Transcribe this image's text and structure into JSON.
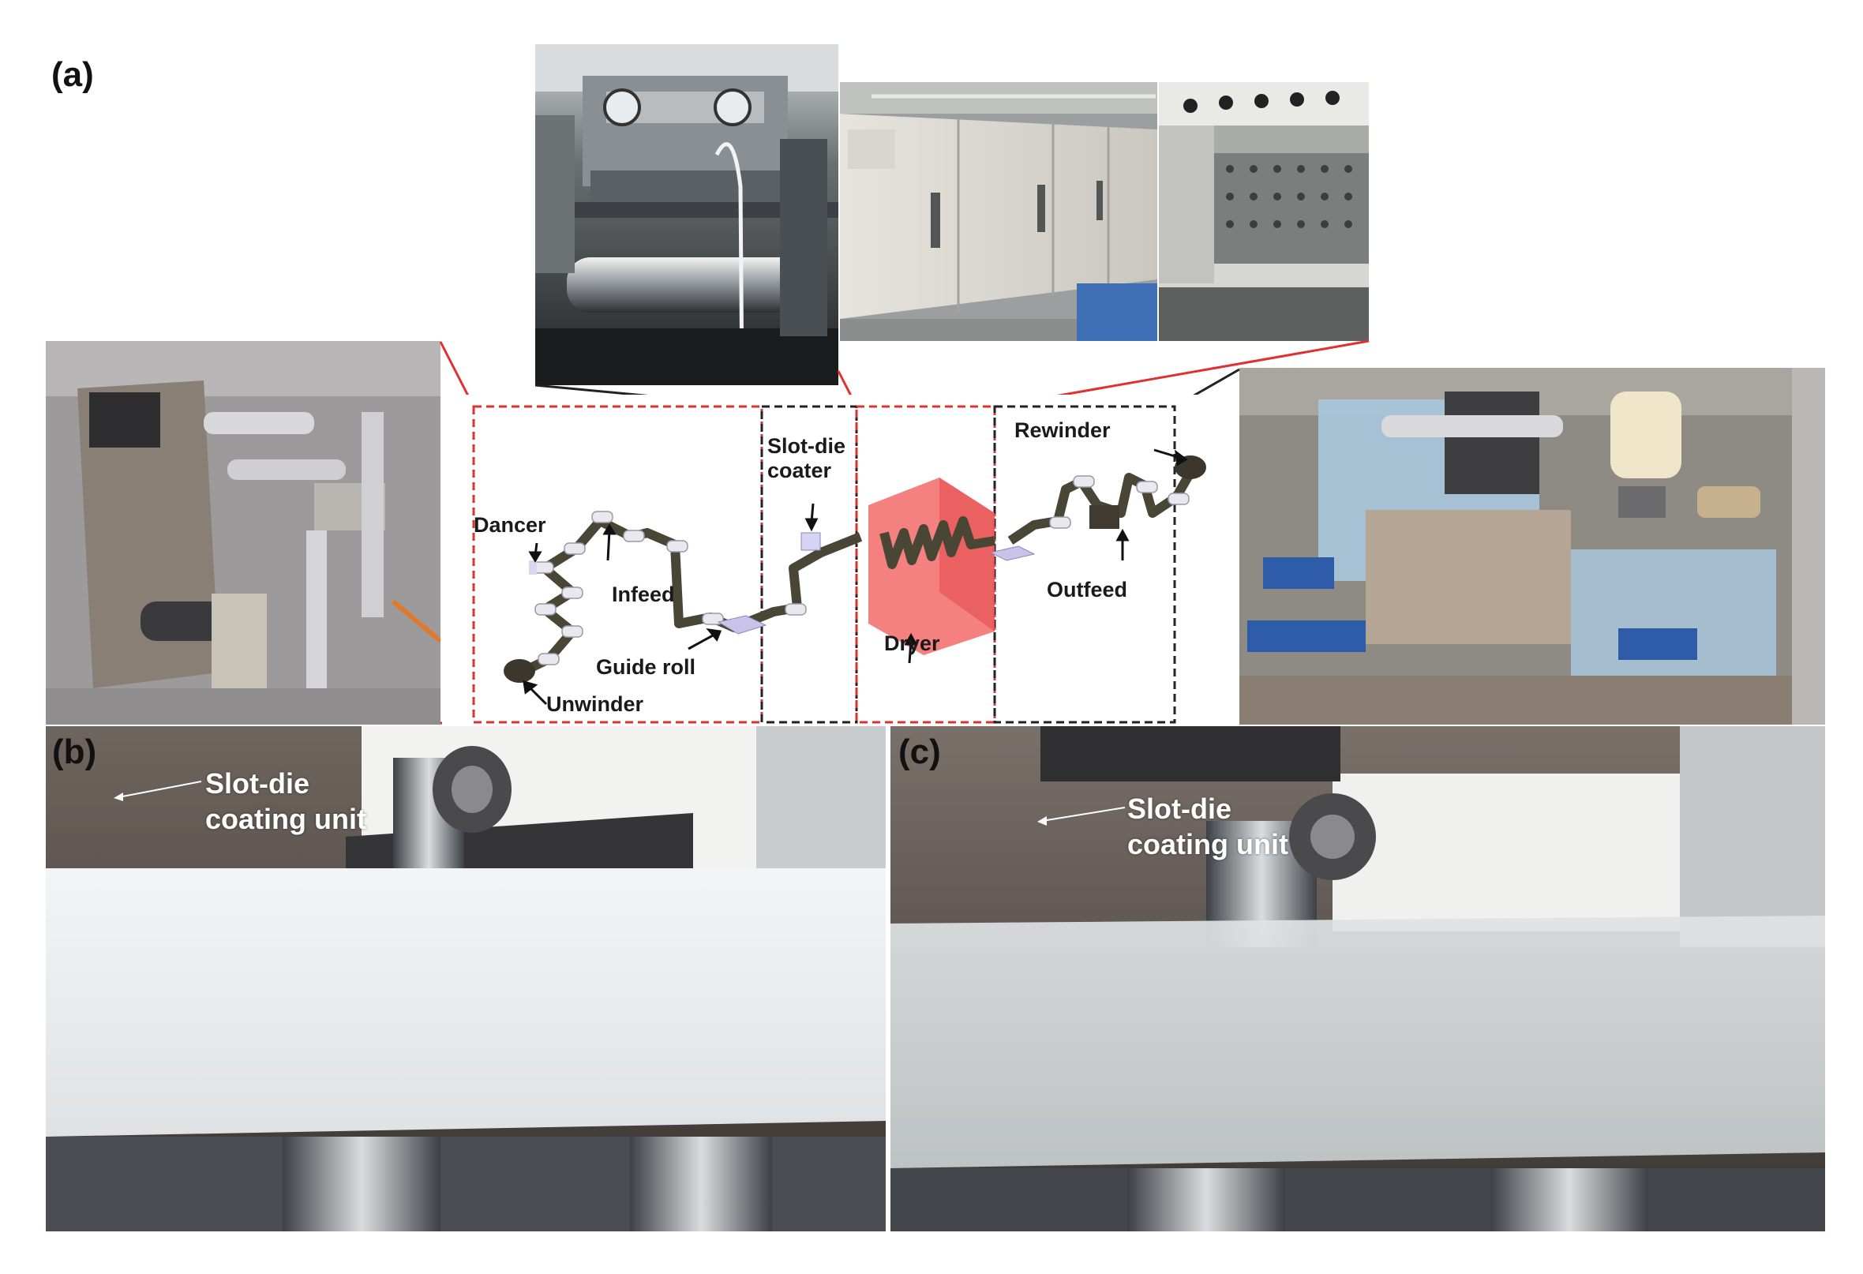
{
  "panels": {
    "a": "(a)",
    "b": "(b)",
    "c": "(c)"
  },
  "diagram": {
    "labels": {
      "dancer": "Dancer",
      "infeed": "Infeed",
      "guide_roll": "Guide roll",
      "unwinder": "Unwinder",
      "slot_die_line1": "Slot-die",
      "slot_die_line2": "coater",
      "dryer": "Dryer",
      "rewinder": "Rewinder",
      "outfeed": "Outfeed"
    },
    "colors": {
      "dryer_zone": "#f26a6a",
      "red_dash": "#e03030",
      "black_dash": "#222222",
      "web": "#4a4636",
      "roller": "#e8e8ee"
    }
  },
  "photo_b": {
    "label_line1": "Slot-die",
    "label_line2": "coating unit"
  },
  "photo_c": {
    "label_line1": "Slot-die",
    "label_line2": "coating unit"
  }
}
